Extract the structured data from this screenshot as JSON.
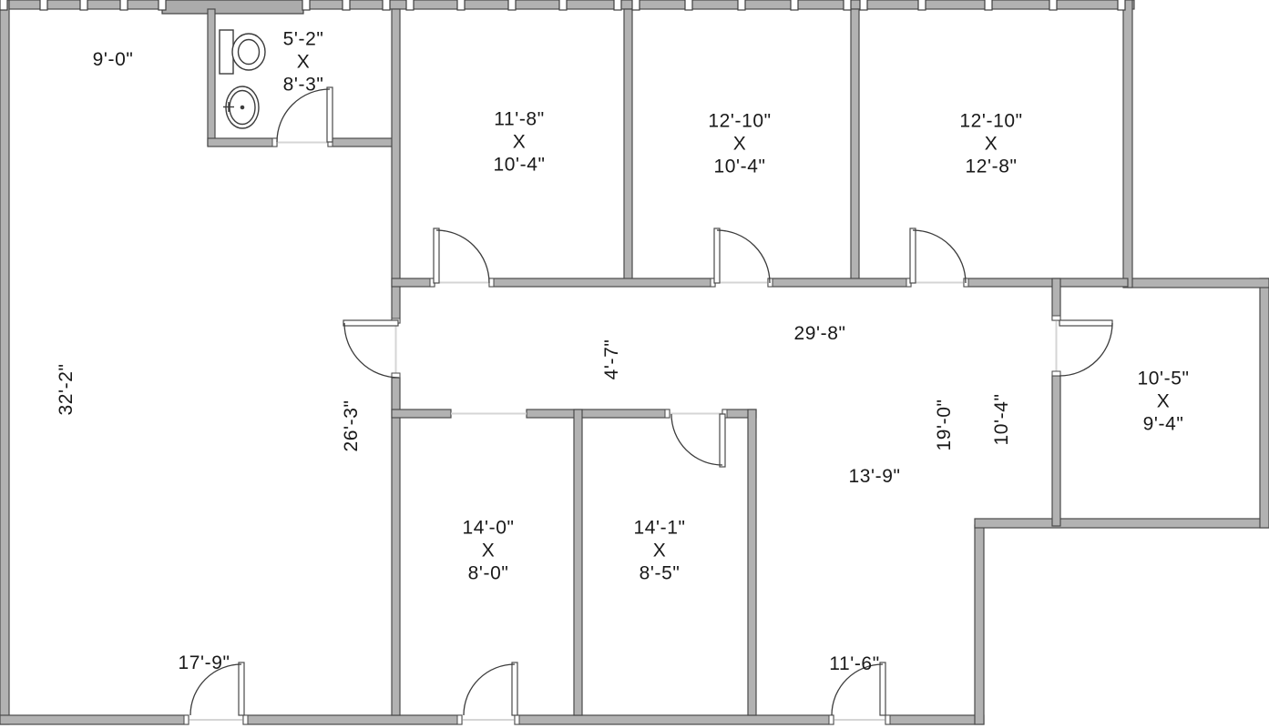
{
  "plan": {
    "separator": "X",
    "rooms": {
      "bathroom": {
        "width": "5'-2\"",
        "height": "8'-3\""
      },
      "top_room_1": {
        "width": "11'-8\"",
        "height": "10'-4\""
      },
      "top_room_2": {
        "width": "12'-10\"",
        "height": "10'-4\""
      },
      "top_room_3": {
        "width": "12'-10\"",
        "height": "12'-8\""
      },
      "right_room": {
        "width": "10'-5\"",
        "height": "9'-4\""
      },
      "bottom_room_1": {
        "width": "14'-0\"",
        "height": "8'-0\""
      },
      "bottom_room_2": {
        "width": "14'-1\"",
        "height": "8'-5\""
      }
    },
    "dimensions": {
      "top_left_width": "9'-0\"",
      "left_height": "32'-2\"",
      "hall_left_height": "26'-3\"",
      "hall_width": "4'-7\"",
      "open_area_top_width": "29'-8\"",
      "open_area_height": "19'-0\"",
      "right_area_height": "10'-4\"",
      "open_area_width": "13'-9\"",
      "bottom_left_door": "17'-9\"",
      "bottom_right_door": "11'-6\""
    },
    "colors": {
      "wall_fill": "#b2b2b2",
      "wall_stroke": "#4a4a4a",
      "text": "#191919"
    }
  }
}
